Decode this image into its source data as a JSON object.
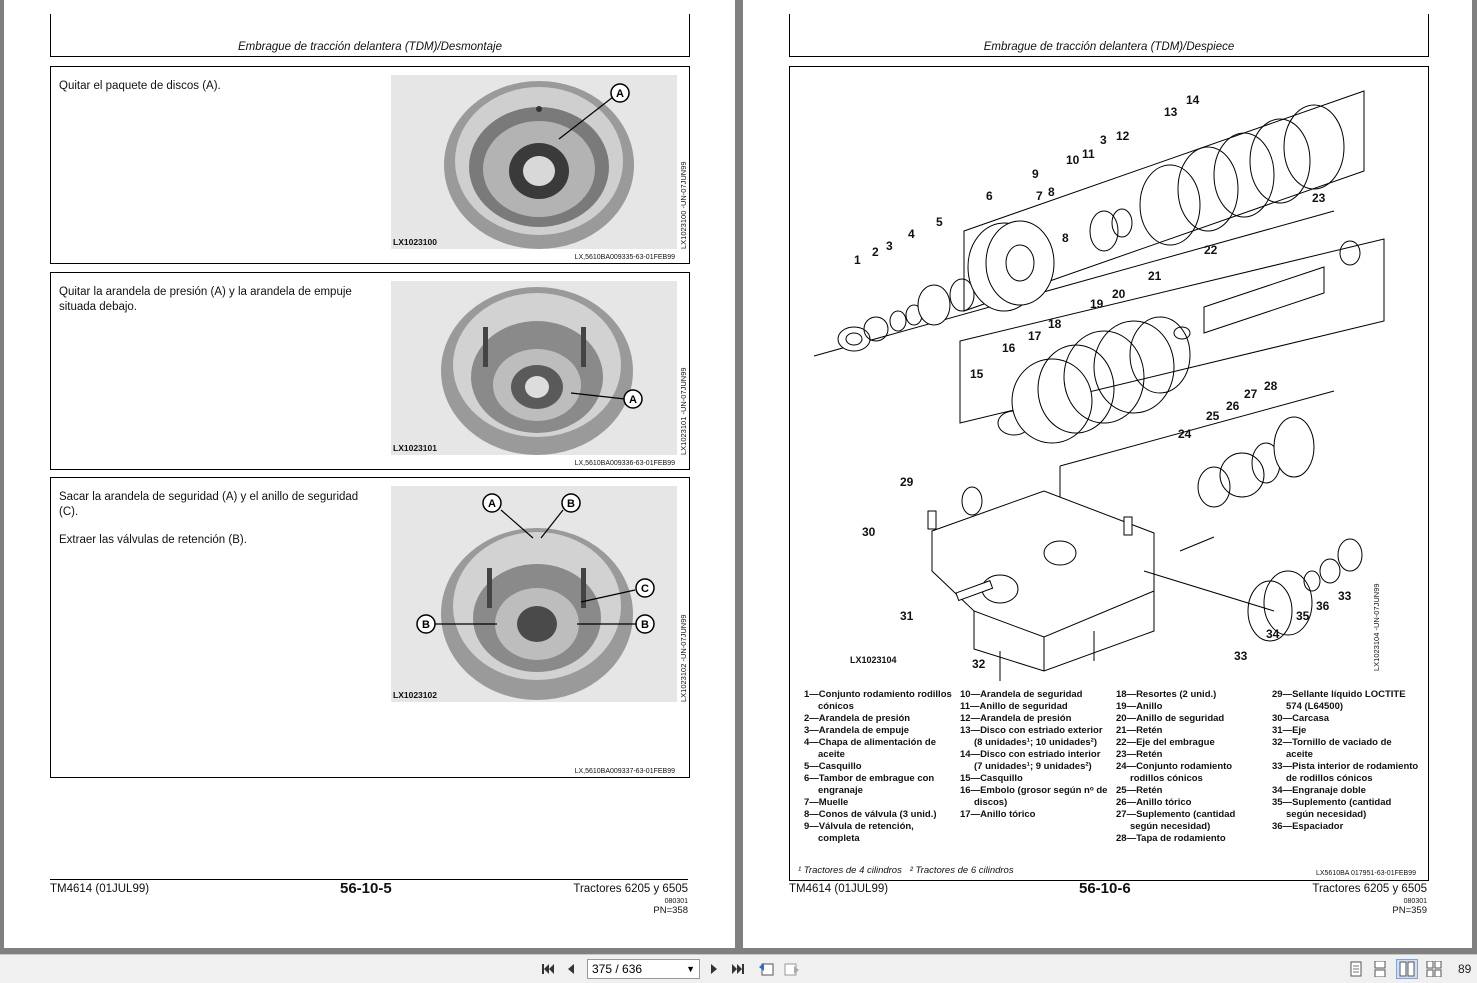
{
  "viewer": {
    "page_field": "375 / 636",
    "zoom_text": "89"
  },
  "left_page": {
    "header": "Embrague de tracción delantera (TDM)/Desmontaje",
    "sections": [
      {
        "paragraphs": [
          "Quitar el paquete de discos (A)."
        ],
        "photo_code": "LX1023100",
        "side_code": "LX1023100    -UN-07JUN99",
        "ref_code": "LX,5610BA009335-63-01FEB99",
        "callouts": [
          "A"
        ]
      },
      {
        "paragraphs": [
          "Quitar la arandela de presión (A) y la arandela de empuje situada debajo."
        ],
        "photo_code": "LX1023101",
        "side_code": "LX1023101    -UN-07JUN99",
        "ref_code": "LX,5610BA009336-63-01FEB99",
        "callouts": [
          "A"
        ]
      },
      {
        "paragraphs": [
          "Sacar la arandela de seguridad (A) y el anillo de seguridad (C).",
          "Extraer las válvulas de retención (B)."
        ],
        "photo_code": "LX1023102",
        "side_code": "LX1023102    -UN-07JUN99",
        "ref_code": "LX,5610BA009337-63-01FEB99",
        "callouts": [
          "A",
          "B",
          "C",
          "B",
          "B"
        ]
      }
    ],
    "footer": {
      "left": "TM4614 (01JUL99)",
      "center": "56-10-5",
      "right": "Tractores 6205 y 6505",
      "small": "080301",
      "pn": "PN=358"
    }
  },
  "right_page": {
    "header": "Embrague de tracción delantera (TDM)/Despiece",
    "diagram_code": "LX1023104",
    "diagram_side_code": "LX1023104    -UN-07JUN99",
    "part_numbers": [
      "1",
      "2",
      "3",
      "4",
      "5",
      "6",
      "7",
      "8",
      "9",
      "10",
      "11",
      "3",
      "12",
      "13",
      "14",
      "8",
      "23",
      "22",
      "21",
      "20",
      "19",
      "18",
      "17",
      "16",
      "15",
      "29",
      "30",
      "31",
      "32",
      "24",
      "25",
      "26",
      "27",
      "28",
      "33",
      "34",
      "35",
      "36",
      "33"
    ],
    "legend_col1": [
      "1—Conjunto rodamiento rodillos cónicos",
      "2—Arandela de presión",
      "3—Arandela de empuje",
      "4—Chapa de alimentación de aceite",
      "5—Casquillo",
      "6—Tambor de embrague con engranaje",
      "7—Muelle",
      "8—Conos de válvula (3 unid.)",
      "9—Válvula de retención, completa"
    ],
    "legend_col2": [
      "10—Arandela de seguridad",
      "11—Anillo de seguridad",
      "12—Arandela de presión",
      "13—Disco con estriado exterior (8 unidades¹; 10 unidades²)",
      "14—Disco con estriado interior (7 unidades¹; 9 unidades²)",
      "15—Casquillo",
      "16—Embolo (grosor según nᵒ de discos)",
      "17—Anillo tórico"
    ],
    "legend_col3": [
      "18—Resortes (2 unid.)",
      "19—Anillo",
      "20—Anillo de seguridad",
      "21—Retén",
      "22—Eje del embrague",
      "23—Retén",
      "24—Conjunto rodamiento rodillos cónicos",
      "25—Retén",
      "26—Anillo tórico",
      "27—Suplemento (cantidad según necesidad)",
      "28—Tapa de rodamiento"
    ],
    "legend_col4": [
      "29—Sellante líquido LOCTITE 574 (L64500)",
      "30—Carcasa",
      "31—Eje",
      "32—Tornillo de vaciado de aceite",
      "33—Pista interior de rodamiento de rodillos cónicos",
      "34—Engranaje doble",
      "35—Suplemento (cantidad según necesidad)",
      "36—Espaciador"
    ],
    "footnote": "¹ Tractores de 4 cilindros   ² Tractores de 6 cilindros",
    "ref_code": "LX5610BA 017951-63-01FEB99",
    "footer": {
      "left": "TM4614 (01JUL99)",
      "center": "56-10-6",
      "right": "Tractores 6205 y 6505",
      "small": "080301",
      "pn": "PN=359"
    }
  }
}
